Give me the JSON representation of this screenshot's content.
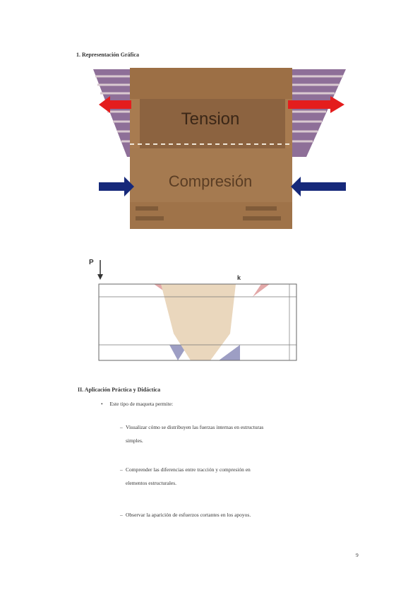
{
  "section1": {
    "heading": "1.  Representación Gráfica"
  },
  "figure1": {
    "tension_label": "Tension",
    "compression_label": "Compresión",
    "colors": {
      "box": "#a77a4f",
      "box_dark": "#8a613b",
      "tension_arrow": "#e21b1b",
      "compression_arrow": "#1a2b7a",
      "stripes_red": "#b78c8c",
      "stripes_blue": "#7d7ca8"
    }
  },
  "figure2": {
    "label_left": "P",
    "label_right": "k",
    "colors": {
      "fill": "#ead7bd",
      "red_region": "#e3a5a5",
      "blue_region": "#9b9cc4"
    }
  },
  "section2": {
    "heading": "II.  Aplicación Práctica y Didáctica",
    "bullet": "Este tipo de maqueta permite:",
    "items": [
      {
        "line1": "Visualizar cómo se distribuyen las fuerzas internas en estructuras",
        "line2": "simples."
      },
      {
        "line1": "Comprender las diferencias entre tracción y compresión en",
        "line2": "elementos estructurales."
      },
      {
        "line1": "Observar la aparición de esfuerzos cortantes en los apoyos.",
        "line2": ""
      }
    ]
  },
  "page_number": "9"
}
